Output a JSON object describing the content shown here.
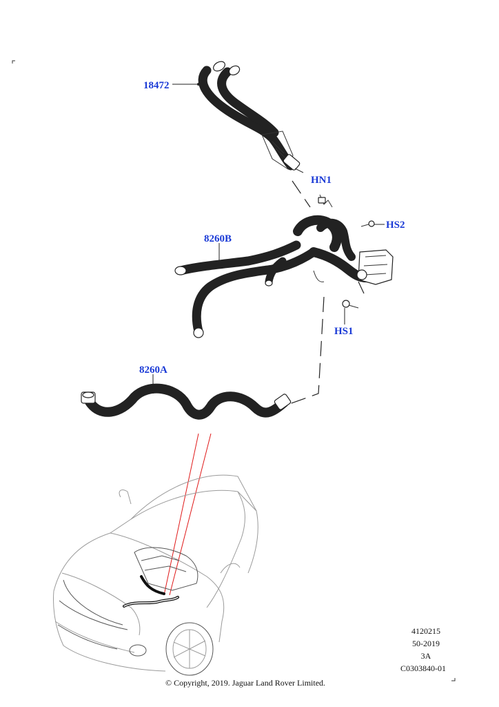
{
  "callouts": {
    "part_18472": "18472",
    "part_hn1": "HN1",
    "part_hs2": "HS2",
    "part_8260b": "8260B",
    "part_hs1": "HS1",
    "part_8260a": "8260A"
  },
  "metadata": {
    "line1": "4120215",
    "line2": "50-2019",
    "line3": "3A",
    "line4": "C0303840-01"
  },
  "footer": {
    "copyright": "© Copyright, 2019. Jaguar Land Rover Limited."
  },
  "colors": {
    "callout_text": "#1a3ad6",
    "locator_lines": "#e01818"
  }
}
